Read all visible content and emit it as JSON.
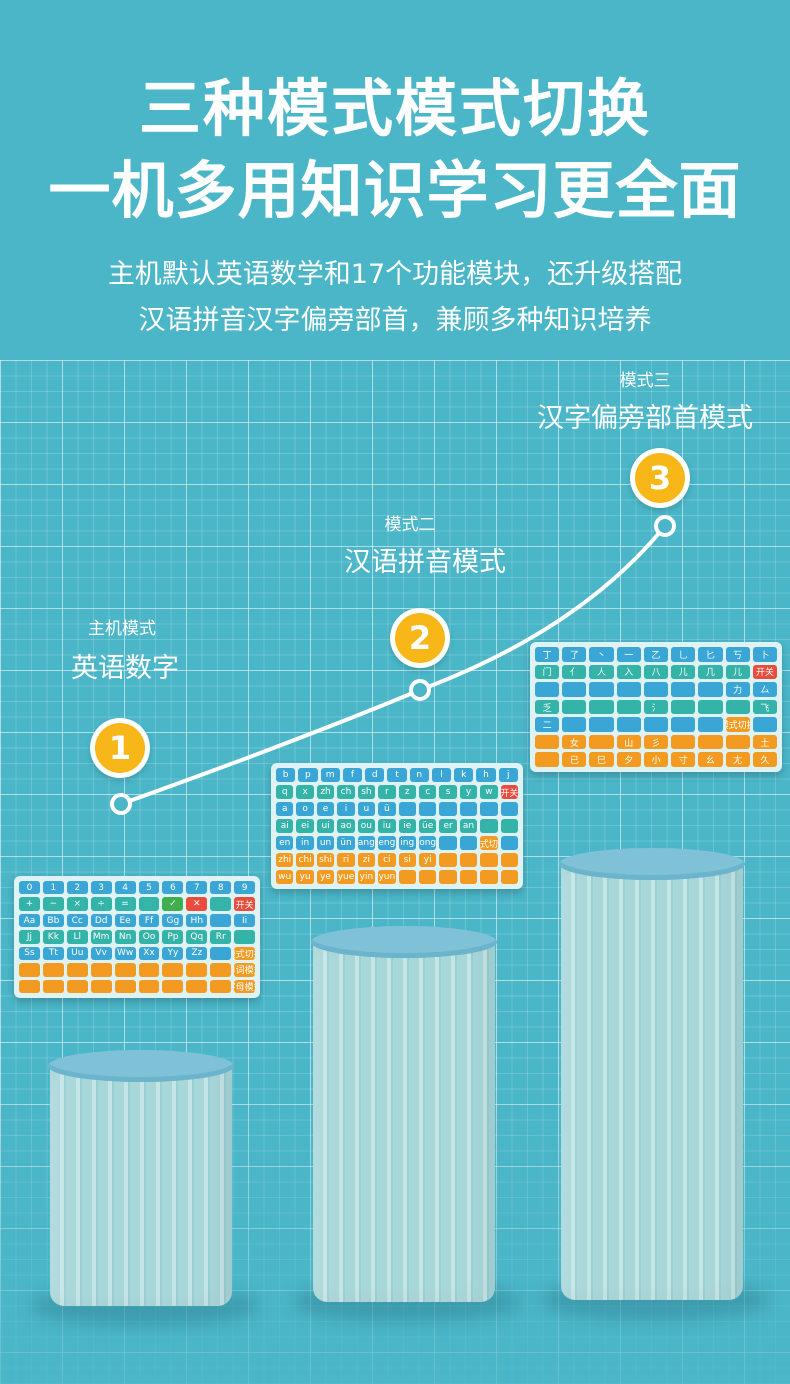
{
  "header": {
    "title_line1": "三种模式模式切换",
    "title_line2": "一机多用知识学习更全面",
    "subtitle_line1": "主机默认英语数学和17个功能模块，还升级搭配",
    "subtitle_line2": "汉语拼音汉字偏旁部首，兼顾多种知识培养"
  },
  "modes": [
    {
      "number": "1",
      "label_small": "主机模式",
      "label_big": "英语数字"
    },
    {
      "number": "2",
      "label_small": "模式二",
      "label_big": "汉语拼音模式"
    },
    {
      "number": "3",
      "label_small": "模式三",
      "label_big": "汉字偏旁部首模式"
    }
  ],
  "keyboards": {
    "mode1": {
      "rows": [
        [
          "0",
          "1",
          "2",
          "3",
          "4",
          "5",
          "6",
          "7",
          "8",
          "9"
        ],
        [
          "+",
          "−",
          "×",
          "÷",
          "=",
          "",
          "✓",
          "✕",
          "",
          "开关"
        ],
        [
          "Aa",
          "Bb",
          "Cc",
          "Dd",
          "Ee",
          "Ff",
          "Gg",
          "Hh",
          "",
          "Ii"
        ],
        [
          "Jj",
          "Kk",
          "Ll",
          "Mm",
          "Nn",
          "Oo",
          "Pp",
          "Qq",
          "Rr",
          ""
        ],
        [
          "Ss",
          "Tt",
          "Uu",
          "Vv",
          "Ww",
          "Xx",
          "Yy",
          "Zz",
          "",
          "模式切换"
        ],
        [
          "",
          "",
          "",
          "",
          "",
          "",
          "",
          "",
          "",
          "单词模式"
        ],
        [
          "",
          "",
          "",
          "",
          "",
          "",
          "",
          "",
          "",
          "字母模式"
        ]
      ]
    },
    "mode2": {
      "rows": [
        [
          "b",
          "p",
          "m",
          "f",
          "d",
          "t",
          "n",
          "l",
          "k",
          "h",
          "j"
        ],
        [
          "q",
          "x",
          "zh",
          "ch",
          "sh",
          "r",
          "z",
          "c",
          "s",
          "y",
          "w",
          "开关"
        ],
        [
          "a",
          "o",
          "e",
          "i",
          "u",
          "ü",
          "",
          "",
          "",
          "",
          "",
          ""
        ],
        [
          "ai",
          "ei",
          "ui",
          "ao",
          "ou",
          "iu",
          "ie",
          "üe",
          "er",
          "an",
          "",
          ""
        ],
        [
          "en",
          "in",
          "un",
          "ün",
          "ang",
          "eng",
          "ing",
          "ong",
          "",
          "",
          "模式切换",
          ""
        ],
        [
          "zhi",
          "chi",
          "shi",
          "ri",
          "zi",
          "ci",
          "si",
          "yi",
          "",
          "",
          "",
          ""
        ],
        [
          "wu",
          "yu",
          "ye",
          "yue",
          "yin",
          "yun",
          "",
          "",
          "",
          "",
          "",
          ""
        ]
      ]
    },
    "mode3": {
      "rows": [
        [
          "丁",
          "了",
          "丶",
          "一",
          "乙",
          "乚",
          "匕",
          "丂",
          "卜"
        ],
        [
          "门",
          "亻",
          "人",
          "入",
          "八",
          "儿",
          "几",
          "儿",
          "开关"
        ],
        [
          "",
          "",
          "",
          "",
          "",
          "",
          "",
          "力",
          "厶"
        ],
        [
          "乏",
          "",
          "",
          "",
          "氵",
          "",
          "",
          "",
          "飞"
        ],
        [
          "二",
          "",
          "",
          "",
          "",
          "",
          "",
          "模式切换",
          ""
        ],
        [
          "",
          "女",
          "",
          "山",
          "彡",
          "",
          "",
          "",
          "土"
        ],
        [
          "",
          "已",
          "巳",
          "夕",
          "小",
          "寸",
          "幺",
          "尢",
          "久"
        ]
      ]
    }
  },
  "colors": {
    "background": "#4ab6c8",
    "badge": "#f7b719",
    "pillar": "#a8d7da",
    "pillar_top": "#7fc2d8"
  }
}
